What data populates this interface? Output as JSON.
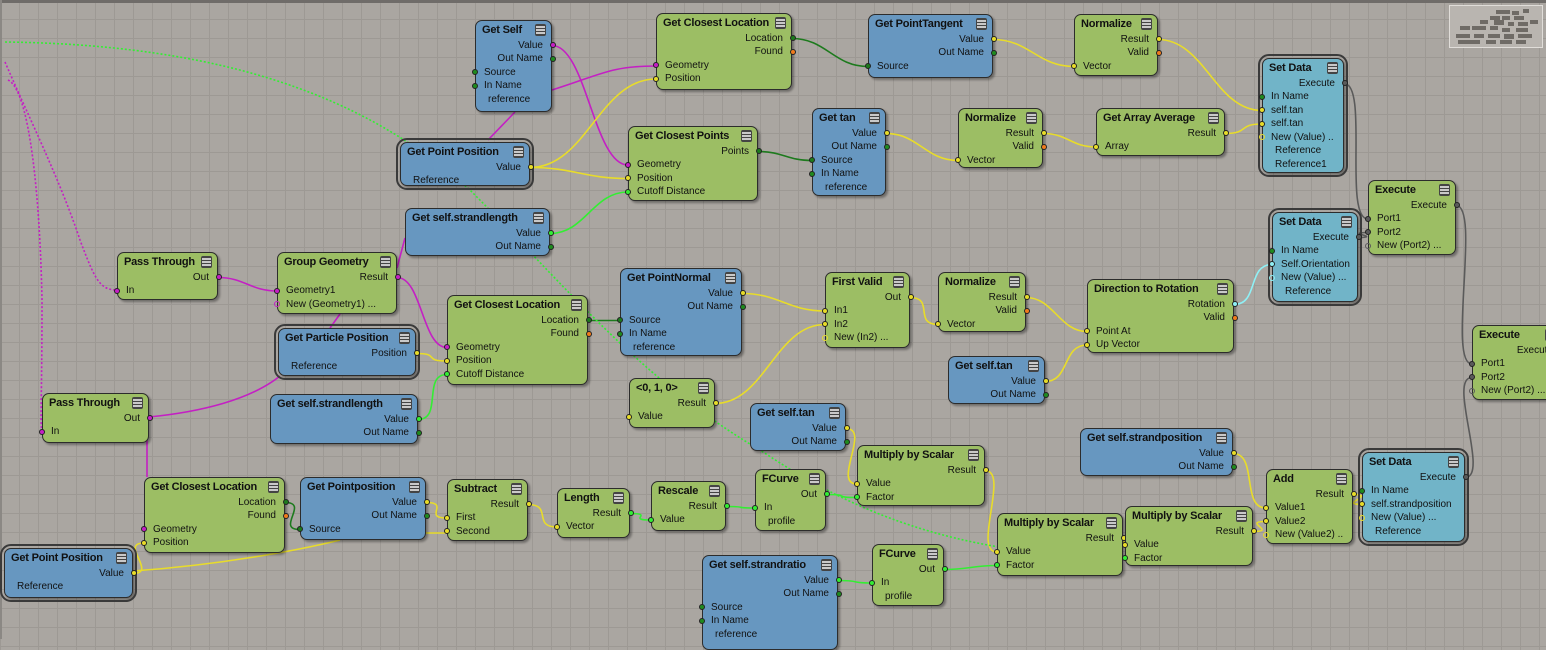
{
  "palette": {
    "magenta": "#c41fc4",
    "green": "#1f8a1f",
    "darkgreen": "#1d7a1d",
    "yellow": "#e8dc2a",
    "orange": "#f07b1c",
    "lime": "#33ee33",
    "cyan": "#8ff0f5",
    "gray": "#5a5a5a",
    "hollow": "#d8d020"
  },
  "nodes": [
    {
      "title": "Get Self",
      "kind": "blue",
      "ports": [
        {
          "label": "Value",
          "dir": "out",
          "color": "magenta"
        },
        {
          "label": "Out Name",
          "dir": "out",
          "color": "green"
        },
        {
          "label": "Source",
          "dir": "in",
          "color": "green"
        },
        {
          "label": "In Name",
          "dir": "in",
          "color": "green"
        },
        {
          "label": "reference",
          "dir": "none"
        }
      ]
    },
    {
      "title": "Get Closest Location",
      "kind": "green",
      "ports": [
        {
          "label": "Location",
          "dir": "out",
          "color": "darkgreen"
        },
        {
          "label": "Found",
          "dir": "out",
          "color": "orange"
        },
        {
          "label": "Geometry",
          "dir": "in",
          "color": "magenta"
        },
        {
          "label": "Position",
          "dir": "in",
          "color": "yellow"
        }
      ]
    },
    {
      "title": "Get PointTangent",
      "kind": "blue",
      "ports": [
        {
          "label": "Value",
          "dir": "out",
          "color": "yellow"
        },
        {
          "label": "Out Name",
          "dir": "out",
          "color": "green"
        },
        {
          "label": "Source",
          "dir": "in",
          "color": "darkgreen"
        }
      ]
    },
    {
      "title": "Normalize",
      "kind": "green",
      "ports": [
        {
          "label": "Result",
          "dir": "out",
          "color": "yellow"
        },
        {
          "label": "Valid",
          "dir": "out",
          "color": "orange"
        },
        {
          "label": "Vector",
          "dir": "in",
          "color": "yellow"
        }
      ]
    },
    {
      "title": "Set Data",
      "kind": "cyan",
      "ports": [
        {
          "label": "Execute",
          "dir": "out",
          "color": "gray"
        },
        {
          "label": "In Name",
          "dir": "in",
          "color": "green"
        },
        {
          "label": "self.tan",
          "dir": "in",
          "color": "yellow"
        },
        {
          "label": "self.tan",
          "dir": "in",
          "color": "yellow"
        },
        {
          "label": "New (Value) ..",
          "dir": "in",
          "color": "yellow",
          "hollow": true
        },
        {
          "label": "Reference",
          "dir": "none"
        },
        {
          "label": "Reference1",
          "dir": "none"
        }
      ]
    },
    {
      "title": "Get Point Position",
      "kind": "blue",
      "ports": [
        {
          "label": "Value",
          "dir": "out",
          "color": "yellow"
        },
        {
          "label": "Reference",
          "dir": "none"
        }
      ]
    },
    {
      "title": "Get Closest Points",
      "kind": "green",
      "ports": [
        {
          "label": "Points",
          "dir": "out",
          "color": "darkgreen"
        },
        {
          "label": "Geometry",
          "dir": "in",
          "color": "magenta"
        },
        {
          "label": "Position",
          "dir": "in",
          "color": "yellow"
        },
        {
          "label": "Cutoff Distance",
          "dir": "in",
          "color": "lime"
        }
      ]
    },
    {
      "title": "Get tan",
      "kind": "blue",
      "ports": [
        {
          "label": "Value",
          "dir": "out",
          "color": "yellow"
        },
        {
          "label": "Out Name",
          "dir": "out",
          "color": "green"
        },
        {
          "label": "Source",
          "dir": "in",
          "color": "darkgreen"
        },
        {
          "label": "In Name",
          "dir": "in",
          "color": "green"
        },
        {
          "label": "reference",
          "dir": "none"
        }
      ]
    },
    {
      "title": "Normalize",
      "kind": "green",
      "ports": [
        {
          "label": "Result",
          "dir": "out",
          "color": "yellow"
        },
        {
          "label": "Valid",
          "dir": "out",
          "color": "orange"
        },
        {
          "label": "Vector",
          "dir": "in",
          "color": "yellow"
        }
      ]
    },
    {
      "title": "Get Array Average",
      "kind": "green",
      "ports": [
        {
          "label": "Result",
          "dir": "out",
          "color": "yellow"
        },
        {
          "label": "Array",
          "dir": "in",
          "color": "yellow"
        }
      ]
    },
    {
      "title": "Get self.strandlength",
      "kind": "blue",
      "ports": [
        {
          "label": "Value",
          "dir": "out",
          "color": "lime"
        },
        {
          "label": "Out Name",
          "dir": "out",
          "color": "green"
        }
      ]
    },
    {
      "title": "Execute",
      "kind": "green",
      "ports": [
        {
          "label": "Execute",
          "dir": "out",
          "color": "gray"
        },
        {
          "label": "Port1",
          "dir": "in",
          "color": "gray"
        },
        {
          "label": "Port2",
          "dir": "in",
          "color": "gray"
        },
        {
          "label": "New (Port2) ...",
          "dir": "in",
          "color": "gray",
          "hollow": true
        }
      ]
    },
    {
      "title": "Set Data",
      "kind": "cyan",
      "ports": [
        {
          "label": "Execute",
          "dir": "out",
          "color": "gray"
        },
        {
          "label": "In Name",
          "dir": "in",
          "color": "green"
        },
        {
          "label": "Self.Orientation",
          "dir": "in",
          "color": "cyan"
        },
        {
          "label": "New (Value) ...",
          "dir": "in",
          "color": "cyan",
          "hollow": true
        },
        {
          "label": "Reference",
          "dir": "none"
        }
      ]
    },
    {
      "title": "Pass Through",
      "kind": "green",
      "ports": [
        {
          "label": "Out",
          "dir": "out",
          "color": "magenta"
        },
        {
          "label": "In",
          "dir": "in",
          "color": "magenta"
        }
      ]
    },
    {
      "title": "Group Geometry",
      "kind": "green",
      "ports": [
        {
          "label": "Result",
          "dir": "out",
          "color": "magenta"
        },
        {
          "label": "Geometry1",
          "dir": "in",
          "color": "magenta"
        },
        {
          "label": "New (Geometry1) ...",
          "dir": "in",
          "color": "magenta",
          "hollow": true
        }
      ]
    },
    {
      "title": "Get PointNormal",
      "kind": "blue",
      "ports": [
        {
          "label": "Value",
          "dir": "out",
          "color": "yellow"
        },
        {
          "label": "Out Name",
          "dir": "out",
          "color": "green"
        },
        {
          "label": "Source",
          "dir": "in",
          "color": "darkgreen"
        },
        {
          "label": "In Name",
          "dir": "in",
          "color": "green"
        },
        {
          "label": "reference",
          "dir": "none"
        }
      ]
    },
    {
      "title": "First Valid",
      "kind": "green",
      "ports": [
        {
          "label": "Out",
          "dir": "out",
          "color": "yellow"
        },
        {
          "label": "In1",
          "dir": "in",
          "color": "yellow"
        },
        {
          "label": "In2",
          "dir": "in",
          "color": "yellow"
        },
        {
          "label": "New (In2) ...",
          "dir": "in",
          "color": "yellow",
          "hollow": true
        }
      ]
    },
    {
      "title": "Normalize",
      "kind": "green",
      "ports": [
        {
          "label": "Result",
          "dir": "out",
          "color": "yellow"
        },
        {
          "label": "Valid",
          "dir": "out",
          "color": "orange"
        },
        {
          "label": "Vector",
          "dir": "in",
          "color": "yellow"
        }
      ]
    },
    {
      "title": "Direction to Rotation",
      "kind": "green",
      "ports": [
        {
          "label": "Rotation",
          "dir": "out",
          "color": "cyan"
        },
        {
          "label": "Valid",
          "dir": "out",
          "color": "orange"
        },
        {
          "label": "Point At",
          "dir": "in",
          "color": "yellow"
        },
        {
          "label": "Up Vector",
          "dir": "in",
          "color": "yellow"
        }
      ]
    },
    {
      "title": "Get Closest Location",
      "kind": "green",
      "ports": [
        {
          "label": "Location",
          "dir": "out",
          "color": "darkgreen"
        },
        {
          "label": "Found",
          "dir": "out",
          "color": "orange"
        },
        {
          "label": "Geometry",
          "dir": "in",
          "color": "magenta"
        },
        {
          "label": "Position",
          "dir": "in",
          "color": "yellow"
        },
        {
          "label": "Cutoff Distance",
          "dir": "in",
          "color": "lime"
        }
      ]
    },
    {
      "title": "Get Particle Position",
      "kind": "blue",
      "ports": [
        {
          "label": "Position",
          "dir": "out",
          "color": "yellow"
        },
        {
          "label": "Reference",
          "dir": "none"
        }
      ]
    },
    {
      "title": "Execute",
      "kind": "green",
      "ports": [
        {
          "label": "Execute",
          "dir": "out",
          "color": "gray"
        },
        {
          "label": "Port1",
          "dir": "in",
          "color": "gray"
        },
        {
          "label": "Port2",
          "dir": "in",
          "color": "gray"
        },
        {
          "label": "New (Port2) ...",
          "dir": "in",
          "color": "gray",
          "hollow": true
        }
      ]
    },
    {
      "title": "Get self.tan",
      "kind": "blue",
      "ports": [
        {
          "label": "Value",
          "dir": "out",
          "color": "yellow"
        },
        {
          "label": "Out Name",
          "dir": "out",
          "color": "green"
        }
      ]
    },
    {
      "title": "<0, 1, 0>",
      "kind": "green",
      "ports": [
        {
          "label": "Result",
          "dir": "out",
          "color": "yellow"
        },
        {
          "label": "Value",
          "dir": "in",
          "color": "yellow"
        }
      ]
    },
    {
      "title": "Pass Through",
      "kind": "green",
      "ports": [
        {
          "label": "Out",
          "dir": "out",
          "color": "magenta"
        },
        {
          "label": "In",
          "dir": "in",
          "color": "magenta"
        }
      ]
    },
    {
      "title": "Get self.strandlength",
      "kind": "blue",
      "ports": [
        {
          "label": "Value",
          "dir": "out",
          "color": "lime"
        },
        {
          "label": "Out Name",
          "dir": "out",
          "color": "green"
        }
      ]
    },
    {
      "title": "Get self.tan",
      "kind": "blue",
      "ports": [
        {
          "label": "Value",
          "dir": "out",
          "color": "yellow"
        },
        {
          "label": "Out Name",
          "dir": "out",
          "color": "green"
        }
      ]
    },
    {
      "title": "Get self.strandposition",
      "kind": "blue",
      "ports": [
        {
          "label": "Value",
          "dir": "out",
          "color": "yellow"
        },
        {
          "label": "Out Name",
          "dir": "out",
          "color": "green"
        }
      ]
    },
    {
      "title": "Multiply by Scalar",
      "kind": "green",
      "ports": [
        {
          "label": "Result",
          "dir": "out",
          "color": "yellow"
        },
        {
          "label": "Value",
          "dir": "in",
          "color": "yellow"
        },
        {
          "label": "Factor",
          "dir": "in",
          "color": "lime"
        }
      ]
    },
    {
      "title": "FCurve",
      "kind": "green",
      "ports": [
        {
          "label": "Out",
          "dir": "out",
          "color": "lime"
        },
        {
          "label": "In",
          "dir": "in",
          "color": "lime"
        },
        {
          "label": "profile",
          "dir": "none"
        }
      ]
    },
    {
      "title": "Add",
      "kind": "green",
      "ports": [
        {
          "label": "Result",
          "dir": "out",
          "color": "yellow"
        },
        {
          "label": "Value1",
          "dir": "in",
          "color": "yellow"
        },
        {
          "label": "Value2",
          "dir": "in",
          "color": "yellow"
        },
        {
          "label": "New (Value2) ..",
          "dir": "in",
          "color": "yellow",
          "hollow": true
        }
      ]
    },
    {
      "title": "Set Data",
      "kind": "cyan",
      "ports": [
        {
          "label": "Execute",
          "dir": "out",
          "color": "gray"
        },
        {
          "label": "In Name",
          "dir": "in",
          "color": "green"
        },
        {
          "label": "self.strandposition",
          "dir": "in",
          "color": "yellow"
        },
        {
          "label": "New (Value) ...",
          "dir": "in",
          "color": "yellow",
          "hollow": true
        },
        {
          "label": "Reference",
          "dir": "none"
        }
      ]
    },
    {
      "title": "Get Closest Location",
      "kind": "green",
      "ports": [
        {
          "label": "Location",
          "dir": "out",
          "color": "darkgreen"
        },
        {
          "label": "Found",
          "dir": "out",
          "color": "orange"
        },
        {
          "label": "Geometry",
          "dir": "in",
          "color": "magenta"
        },
        {
          "label": "Position",
          "dir": "in",
          "color": "yellow"
        }
      ]
    },
    {
      "title": "Get Pointposition",
      "kind": "blue",
      "ports": [
        {
          "label": "Value",
          "dir": "out",
          "color": "yellow"
        },
        {
          "label": "Out Name",
          "dir": "out",
          "color": "green"
        },
        {
          "label": "Source",
          "dir": "in",
          "color": "darkgreen"
        }
      ]
    },
    {
      "title": "Subtract",
      "kind": "green",
      "ports": [
        {
          "label": "Result",
          "dir": "out",
          "color": "yellow"
        },
        {
          "label": "First",
          "dir": "in",
          "color": "yellow"
        },
        {
          "label": "Second",
          "dir": "in",
          "color": "yellow"
        }
      ]
    },
    {
      "title": "Length",
      "kind": "green",
      "ports": [
        {
          "label": "Result",
          "dir": "out",
          "color": "lime"
        },
        {
          "label": "Vector",
          "dir": "in",
          "color": "yellow"
        }
      ]
    },
    {
      "title": "Rescale",
      "kind": "green",
      "ports": [
        {
          "label": "Result",
          "dir": "out",
          "color": "lime"
        },
        {
          "label": "Value",
          "dir": "in",
          "color": "lime"
        }
      ]
    },
    {
      "title": "Multiply by Scalar",
      "kind": "green",
      "ports": [
        {
          "label": "Result",
          "dir": "out",
          "color": "yellow"
        },
        {
          "label": "Value",
          "dir": "in",
          "color": "yellow"
        },
        {
          "label": "Factor",
          "dir": "in",
          "color": "lime"
        }
      ]
    },
    {
      "title": "Multiply by Scalar",
      "kind": "green",
      "ports": [
        {
          "label": "Result",
          "dir": "out",
          "color": "yellow"
        },
        {
          "label": "Value",
          "dir": "in",
          "color": "yellow"
        },
        {
          "label": "Factor",
          "dir": "in",
          "color": "lime"
        }
      ]
    },
    {
      "title": "Get Point Position",
      "kind": "blue",
      "ports": [
        {
          "label": "Value",
          "dir": "out",
          "color": "yellow"
        },
        {
          "label": "Reference",
          "dir": "none"
        }
      ]
    },
    {
      "title": "Get self.strandratio",
      "kind": "blue",
      "ports": [
        {
          "label": "Value",
          "dir": "out",
          "color": "lime"
        },
        {
          "label": "Out Name",
          "dir": "out",
          "color": "green"
        },
        {
          "label": "Source",
          "dir": "in",
          "color": "green"
        },
        {
          "label": "In Name",
          "dir": "in",
          "color": "green"
        },
        {
          "label": "reference",
          "dir": "none"
        }
      ]
    },
    {
      "title": "FCurve",
      "kind": "green",
      "ports": [
        {
          "label": "Out",
          "dir": "out",
          "color": "lime"
        },
        {
          "label": "In",
          "dir": "in",
          "color": "lime"
        },
        {
          "label": "profile",
          "dir": "none"
        }
      ]
    }
  ]
}
